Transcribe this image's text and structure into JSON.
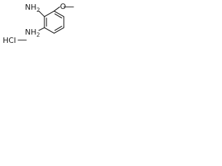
{
  "molecule": {
    "labels": {
      "nh2_top_main": "NH",
      "nh2_top_sub": "2",
      "nh2_left_main": "NH",
      "nh2_left_sub": "2",
      "salt": "HCl"
    }
  }
}
